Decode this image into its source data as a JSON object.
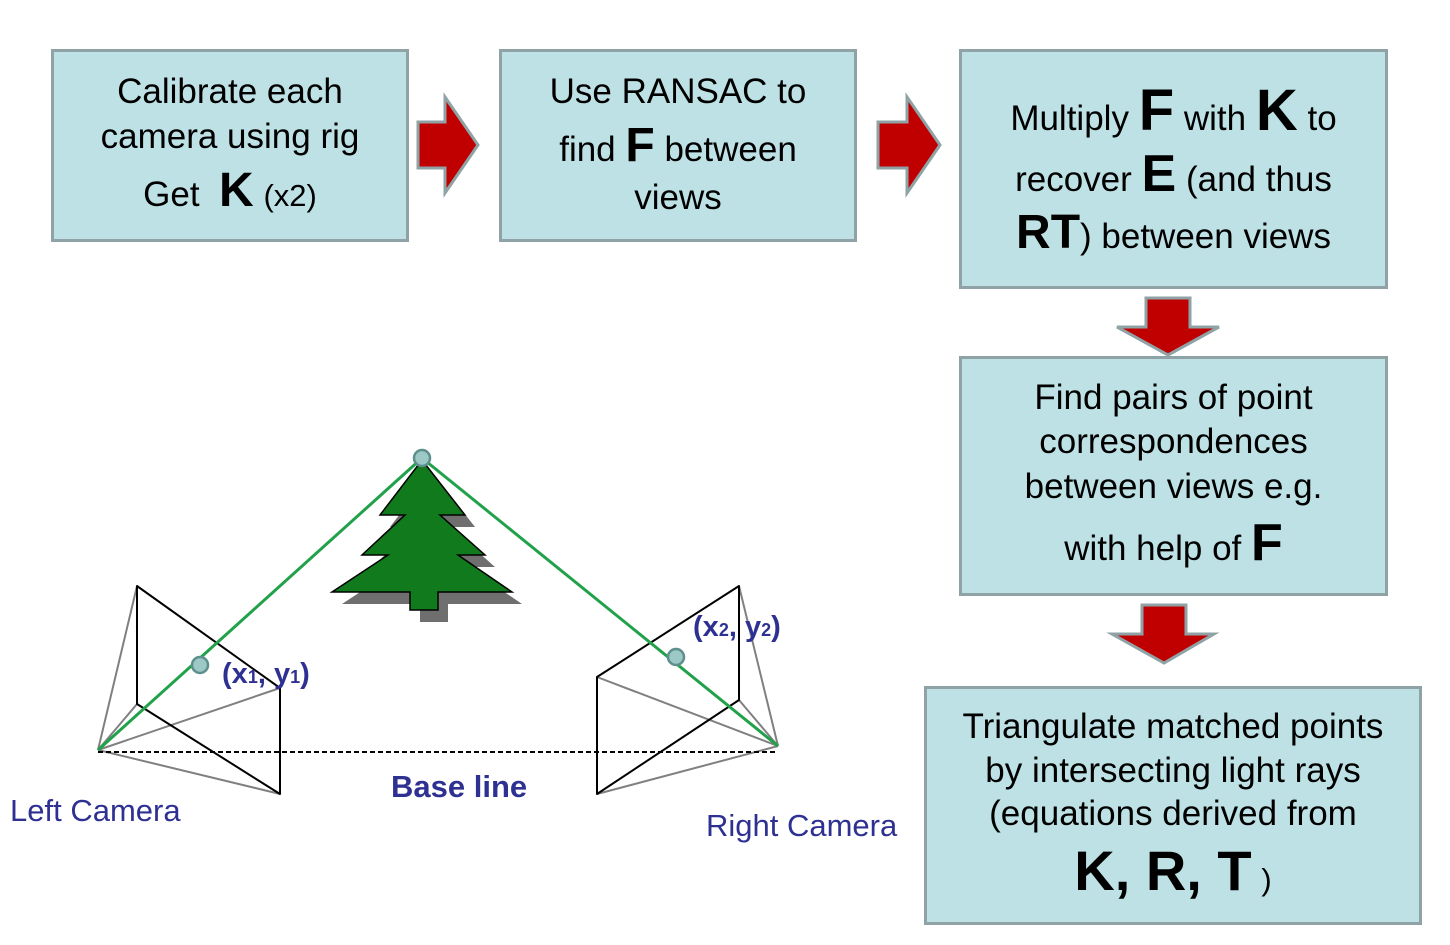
{
  "colors": {
    "box_fill": "#bde1e4",
    "box_border": "#8fa3a6",
    "arrow": "#c00000",
    "ray": "#21a14a",
    "tree": "#117a1c",
    "label": "#2e3192"
  },
  "steps": {
    "calibrate": {
      "line1": "Calibrate each",
      "line2": "camera using rig",
      "get": "Get",
      "K": "K",
      "x2": "(x2)"
    },
    "ransac": {
      "line1": "Use RANSAC to",
      "find": "find",
      "F": "F",
      "between": "between",
      "line3": "views"
    },
    "multiply": {
      "multiply": "Multiply",
      "F": "F",
      "with": "with",
      "K": "K",
      "to": "to",
      "recover": "recover",
      "E": "E",
      "and_thus": "(and thus",
      "RT": "RT",
      "between_views": ") between views"
    },
    "find_pairs": {
      "line1": "Find pairs of point",
      "line2": "correspondences",
      "line3": "between views e.g.",
      "with_help": "with help of",
      "F": "F"
    },
    "triangulate": {
      "line1": "Triangulate matched points",
      "line2": "by intersecting light rays",
      "line3": "(equations derived from",
      "KRT": "K, R, T",
      "close": ")"
    }
  },
  "diagram": {
    "left_camera": "Left Camera",
    "right_camera": "Right Camera",
    "baseline": "Base line",
    "p1": {
      "x": "x",
      "xsub": "1",
      "comma": ", ",
      "y": "y",
      "ysub": "1",
      "open": "(",
      "close": ")"
    },
    "p2": {
      "x": "x",
      "xsub": "2",
      "comma": ", ",
      "y": "y",
      "ysub": "2",
      "open": "(",
      "close": ")"
    }
  }
}
